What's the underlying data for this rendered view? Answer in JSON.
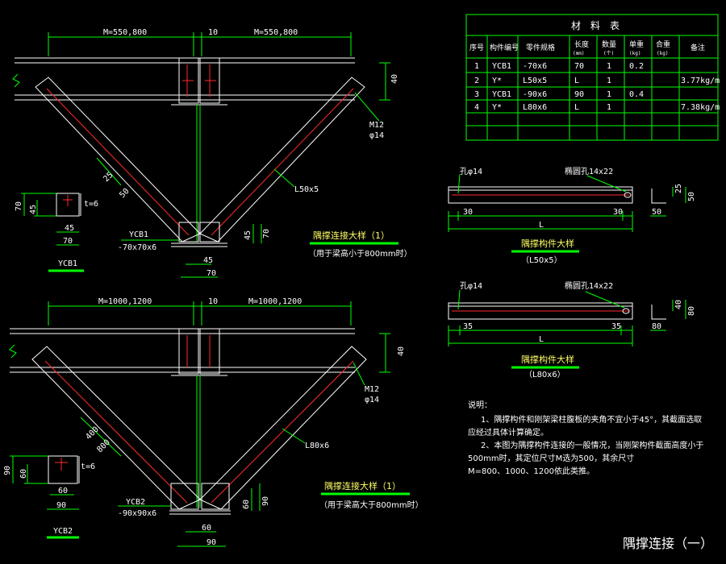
{
  "top_detail": {
    "dim_left": "M=550,800",
    "dim_mid": "10",
    "dim_right": "M=550,800",
    "dim_height": "40",
    "bolt": "M12",
    "hole": "φ14",
    "dim_25": "25",
    "dim_50": "50",
    "angle_label": "L50x5",
    "plate_name": "YCB1",
    "plate_spec": "-70x70x6",
    "dim_45_v": "45",
    "dim_70_v": "70",
    "dim_45_h": "45",
    "dim_70_h": "70",
    "title": "隅撑连接大样（1）",
    "note": "（用于梁高小于800mm时）"
  },
  "plate1": {
    "dim_70": "70",
    "dim_45": "45",
    "thick": "t=6",
    "dim_45_b": "45",
    "dim_70_b": "70",
    "name": "YCB1"
  },
  "bottom_detail": {
    "dim_left": "M=1000,1200",
    "dim_mid": "10",
    "dim_right": "M=1000,1200",
    "dim_height": "40",
    "bolt": "M12",
    "hole": "φ14",
    "dim_400": "400",
    "dim_800": "800",
    "angle_label": "L80x6",
    "plate_name": "YCB2",
    "plate_spec": "-90x90x6",
    "dim_60_v": "60",
    "dim_90_v": "90",
    "dim_60_h": "60",
    "dim_90_h": "90",
    "title": "隅撑连接大样（1）",
    "note": "（用于梁高大于800mm时）"
  },
  "plate2": {
    "dim_90": "90",
    "dim_60": "60",
    "thick": "t=6",
    "dim_60_b": "60",
    "dim_90_b": "90",
    "name": "YCB2"
  },
  "table": {
    "title": "材　料　表",
    "headers": [
      "序号",
      "构件编号",
      "零件规格",
      "长度",
      "数量",
      "单重",
      "合重",
      "备注"
    ],
    "units": [
      "",
      "",
      "",
      "(mm)",
      "(个)",
      "(kg)",
      "(kg)",
      ""
    ],
    "rows": [
      [
        "1",
        "YCB1",
        "-70x6",
        "70",
        "1",
        "0.2",
        "",
        ""
      ],
      [
        "2",
        "Y*",
        "L50x5",
        "L",
        "1",
        "",
        "",
        "3.77kg/m"
      ],
      [
        "3",
        "YCB1",
        "-90x6",
        "90",
        "1",
        "0.4",
        "",
        ""
      ],
      [
        "4",
        "Y*",
        "L80x6",
        "L",
        "1",
        "",
        "",
        "7.38kg/m"
      ]
    ]
  },
  "member1": {
    "hole": "孔φ14",
    "slot": "椭圆孔14x22",
    "dim_left": "30",
    "dim_right": "30",
    "length": "L",
    "dim_25": "25",
    "dim_50_v": "50",
    "dim_50_h": "50",
    "title": "隅撑构件大样",
    "spec": "（L50x5）"
  },
  "member2": {
    "hole": "孔φ14",
    "slot": "椭圆孔14x22",
    "dim_left": "35",
    "dim_right": "35",
    "length": "L",
    "dim_40": "40",
    "dim_80_v": "80",
    "dim_80_h": "80",
    "title": "隅撑构件大样",
    "spec": "（L80x6）"
  },
  "notes": {
    "head": "说明：",
    "line1": "1、隅撑构件和刚架梁柱腹板的夹角不宜小于45°，其截面选取",
    "line2": "应经过具体计算确定。",
    "line3": "2、本图为隅撑构件连接的一般情况，当刚架构件截面高度小于",
    "line4": "500mm时，其定位尺寸M选为500，其余尺寸",
    "line5": "M=800、1000、1200依此类推。"
  },
  "sheet_title": "隅撑连接（一）"
}
